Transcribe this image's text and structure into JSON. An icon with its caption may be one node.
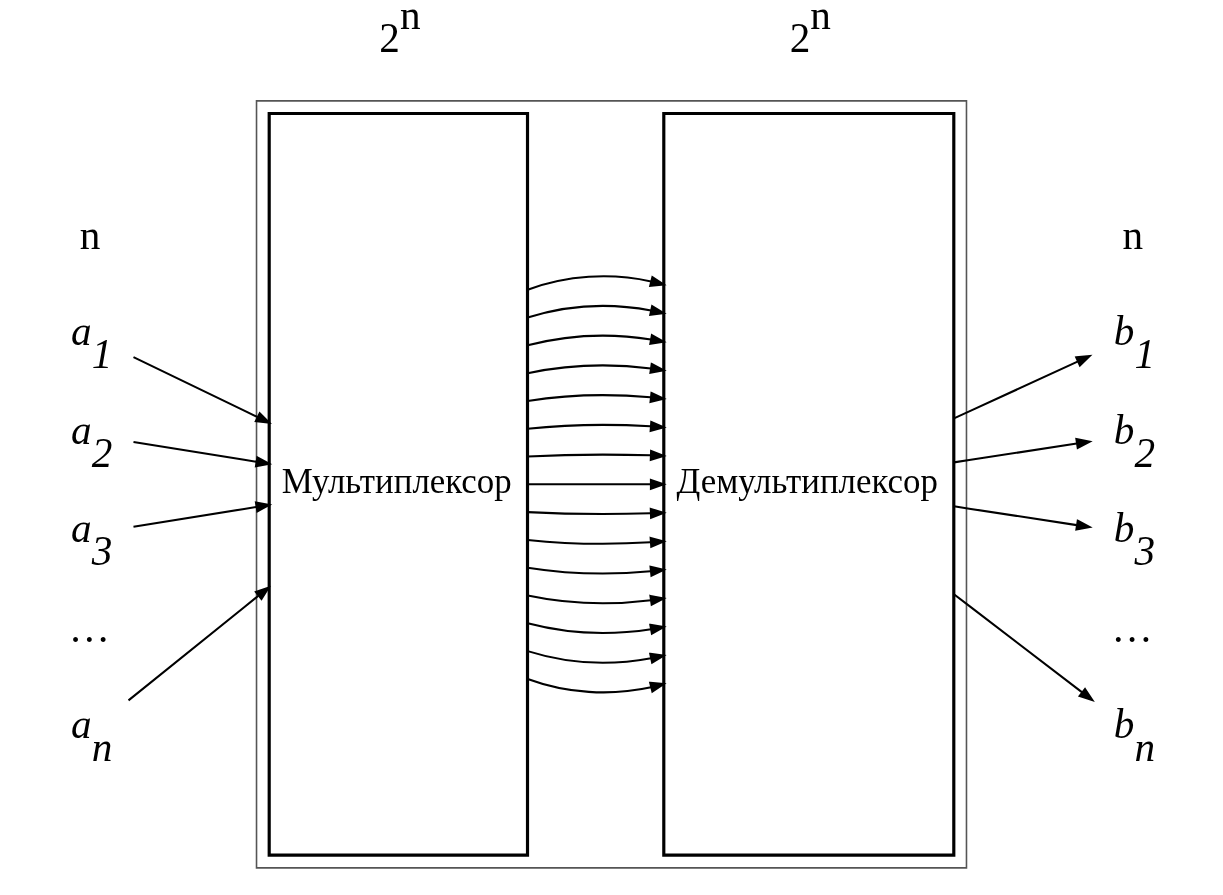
{
  "diagram": {
    "nodes": [
      {
        "text": [],
        "shape": "box"
      },
      {
        "text": [
          "Мультиплексор"
        ],
        "in": 0
      },
      {
        "text": [
          "Демультиплексор"
        ],
        "in": 0
      },
      {
        "text": [
          "a$_{1}$"
        ]
      },
      {
        "text": [
          "a$_{2}$"
        ]
      },
      {
        "text": [
          "a$_{3}$"
        ]
      },
      {
        "text": [
          "a$_{n}$"
        ]
      },
      {
        "text": [
          "b$_{1}$"
        ]
      },
      {
        "text": [
          "b$_{2}$"
        ]
      },
      {
        "text": [
          "b$_{3}$"
        ]
      },
      {
        "text": [
          "b$_{n}$"
        ]
      }
    ],
    "edges": [
      {
        "from": 3,
        "to": 1,
        "arrow": "to"
      },
      {
        "from": 4,
        "to": 1,
        "arrow": "to"
      },
      {
        "from": 5,
        "to": 1,
        "arrow": "to"
      },
      {
        "from": 6,
        "to": 1,
        "arrow": "to"
      },
      {
        "from": 1,
        "to": 2,
        "arrow": "to"
      },
      {
        "from": 1,
        "to": 2,
        "arrow": "to"
      },
      {
        "from": 1,
        "to": 2,
        "arrow": "to"
      },
      {
        "from": 1,
        "to": 2,
        "arrow": "to"
      },
      {
        "from": 1,
        "to": 2,
        "arrow": "to"
      },
      {
        "from": 1,
        "to": 2,
        "arrow": "to"
      },
      {
        "from": 1,
        "to": 2,
        "arrow": "to"
      },
      {
        "from": 1,
        "to": 2,
        "arrow": "to"
      },
      {
        "from": 1,
        "to": 2,
        "arrow": "to"
      },
      {
        "from": 1,
        "to": 2,
        "arrow": "to"
      },
      {
        "from": 1,
        "to": 2,
        "arrow": "to"
      },
      {
        "from": 1,
        "to": 2,
        "arrow": "to"
      },
      {
        "from": 1,
        "to": 2,
        "arrow": "to"
      },
      {
        "from": 1,
        "to": 2,
        "arrow": "to"
      },
      {
        "from": 1,
        "to": 2,
        "arrow": "to"
      },
      {
        "from": 2,
        "to": 7,
        "arrow": "to"
      },
      {
        "from": 2,
        "to": 8,
        "arrow": "to"
      },
      {
        "from": 2,
        "to": 9,
        "arrow": "to"
      },
      {
        "from": 2,
        "to": 10,
        "arrow": "to"
      }
    ],
    "labels": [
      "n",
      "2$^{n}$",
      "2$^{n}$",
      "n",
      "…",
      "…"
    ]
  }
}
